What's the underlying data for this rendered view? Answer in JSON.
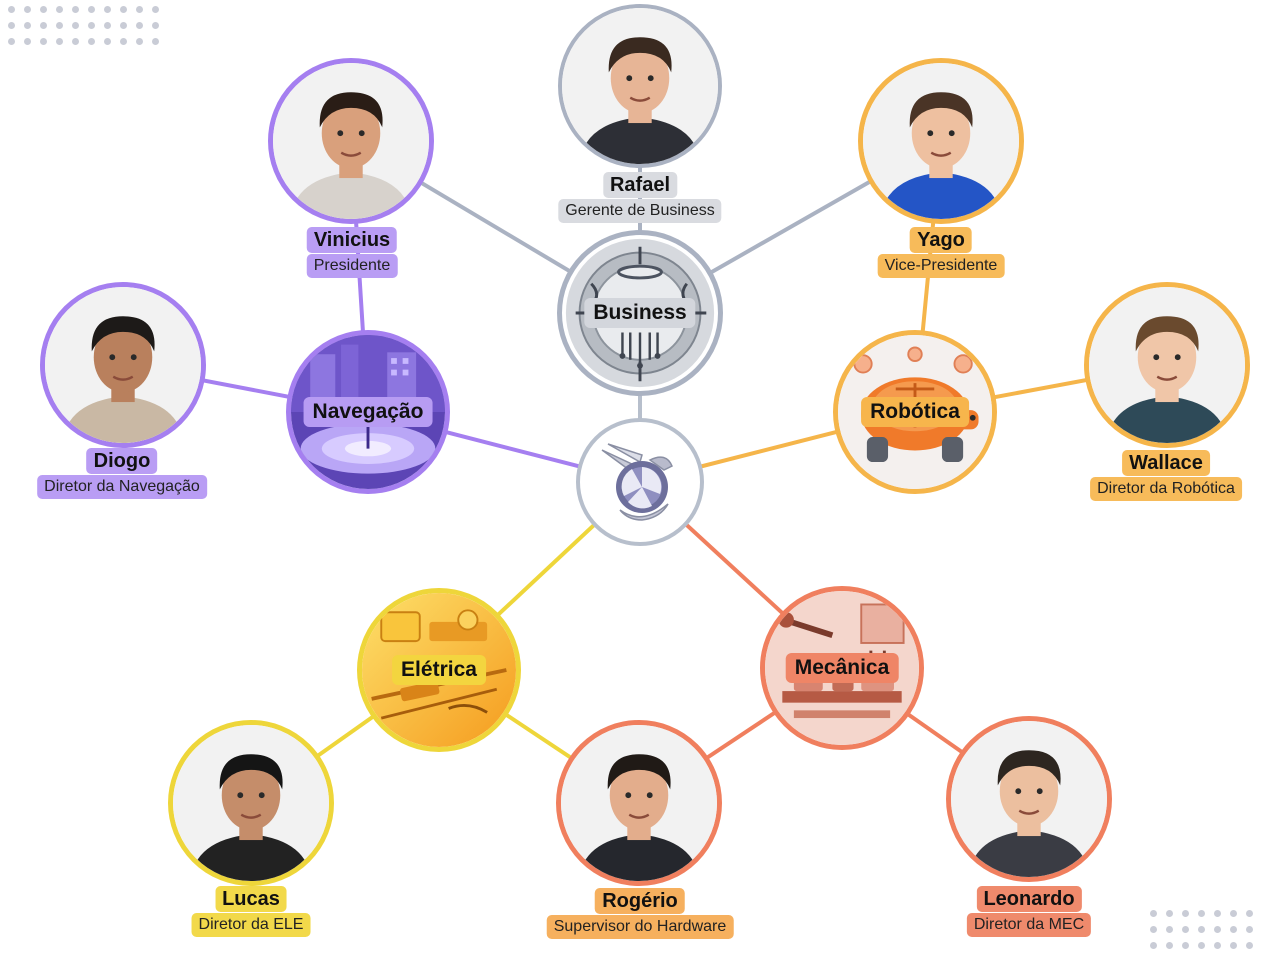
{
  "colors": {
    "business": "#aab2c2",
    "navegacao": "#a57ff0",
    "robotica": "#f5b54a",
    "eletrica": "#eed63a",
    "mecanica": "#f07f5e",
    "center": "#b7bfcc"
  },
  "center": {
    "icon": "team-logo-icon"
  },
  "hubs": [
    {
      "id": "business",
      "label": "Business",
      "color": "#aab2c2",
      "labelBg": "#d3d6dc",
      "icon": "circuit-emblem-icon"
    },
    {
      "id": "navegacao",
      "label": "Navegação",
      "color": "#a57ff0",
      "labelBg": "#b79cf3",
      "icon": "navigation-scene-icon"
    },
    {
      "id": "robotica",
      "label": "Robótica",
      "color": "#f5b54a",
      "labelBg": "#f7b54c",
      "icon": "robot-turtle-icon"
    },
    {
      "id": "eletrica",
      "label": "Elétrica",
      "color": "#eed63a",
      "labelBg": "#f3d53f",
      "icon": "electronics-bench-icon"
    },
    {
      "id": "mecanica",
      "label": "Mecânica",
      "color": "#f07f5e",
      "labelBg": "#ef8566",
      "icon": "mechanic-workshop-icon"
    }
  ],
  "people": [
    {
      "id": "rafael",
      "name": "Rafael",
      "role": "Gerente de Business",
      "team": "business",
      "color": "#aab2c2",
      "labelBg": "#d9dbe0"
    },
    {
      "id": "vinicius",
      "name": "Vinicius",
      "role": "Presidente",
      "team": "navegacao",
      "color": "#a57ff0",
      "labelBg": "#b99df4"
    },
    {
      "id": "yago",
      "name": "Yago",
      "role": "Vice-Presidente",
      "team": "robotica",
      "color": "#f5b54a",
      "labelBg": "#f7bb5a"
    },
    {
      "id": "diogo",
      "name": "Diogo",
      "role": "Diretor da Navegação",
      "team": "navegacao",
      "color": "#a57ff0",
      "labelBg": "#b99df4"
    },
    {
      "id": "wallace",
      "name": "Wallace",
      "role": "Diretor da Robótica",
      "team": "robotica",
      "color": "#f5b54a",
      "labelBg": "#f7bb5a"
    },
    {
      "id": "lucas",
      "name": "Lucas",
      "role": "Diretor da ELE",
      "team": "eletrica",
      "color": "#eed63a",
      "labelBg": "#f2d94a"
    },
    {
      "id": "rogerio",
      "name": "Rogério",
      "role": "Supervisor do Hardware",
      "team": "mecanica",
      "color": "#f07f5e",
      "labelBg": "#f6b05e"
    },
    {
      "id": "leonardo",
      "name": "Leonardo",
      "role": "Diretor da MEC",
      "team": "mecanica",
      "color": "#f07f5e",
      "labelBg": "#ef8a6c"
    }
  ]
}
